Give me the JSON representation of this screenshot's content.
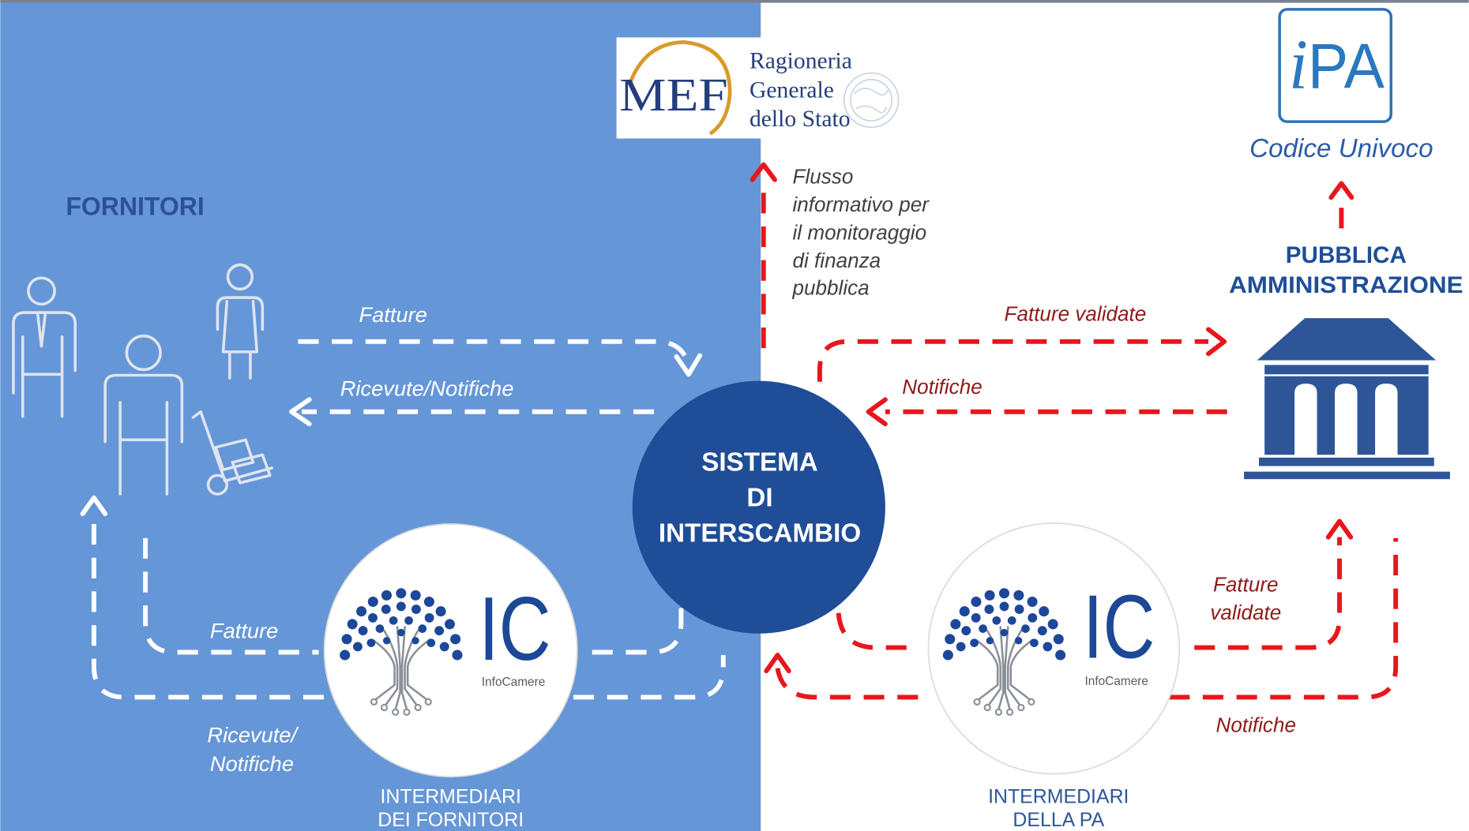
{
  "colors": {
    "supplier_panel": "#6596d7",
    "hub": "#1f4d97",
    "heading_blue": "#2d509a",
    "flow_white": "#ffffff",
    "flow_red": "#e8161d",
    "flow_label_red": "#8e1a17",
    "note_gray": "#404040",
    "infocamere_blue": "#1d4896",
    "building_blue": "#2e5597"
  },
  "suppliers": {
    "heading": "FORNITORI",
    "icons": [
      "supplier-man-icon",
      "supplier-woman-icon",
      "supplier-man-icon",
      "hand-truck-icon"
    ],
    "flow_to_hub_label": "Fatture",
    "flow_from_hub_label": "Ricevute/Notifiche"
  },
  "supplier_intermediaries": {
    "logo": {
      "mark": "IC",
      "name": "InfoCamere",
      "icon": "infocamere-tree-icon"
    },
    "invoices_label": "Fatture",
    "receipts_label": [
      "Ricevute/",
      "Notifiche"
    ],
    "caption": [
      "INTERMEDIARI",
      "DEI FORNITORI"
    ]
  },
  "hub": {
    "lines": [
      "SISTEMA",
      "DI",
      "INTERSCAMBIO"
    ]
  },
  "mef": {
    "logo": {
      "mark": "MEF",
      "lines": [
        "Ragioneria",
        "Generale",
        "dello Stato"
      ]
    },
    "flow_note": [
      "Flusso",
      "informativo per",
      "il monitoraggio",
      "di finanza",
      "pubblica"
    ]
  },
  "ipa": {
    "logo": "iPA",
    "caption": "Codice Univoco"
  },
  "public_administration": {
    "title": [
      "PUBBLICA",
      "AMMINISTRAZIONE"
    ],
    "icon": "government-building-icon",
    "validated_invoices_label": "Fatture validate",
    "notifications_label": "Notifiche"
  },
  "pa_intermediaries": {
    "logo": {
      "mark": "IC",
      "name": "InfoCamere",
      "icon": "infocamere-tree-icon"
    },
    "validated_invoices_label": [
      "Fatture",
      "validate"
    ],
    "notifications_label": "Notifiche",
    "caption": [
      "INTERMEDIARI",
      "DELLA PA"
    ]
  }
}
